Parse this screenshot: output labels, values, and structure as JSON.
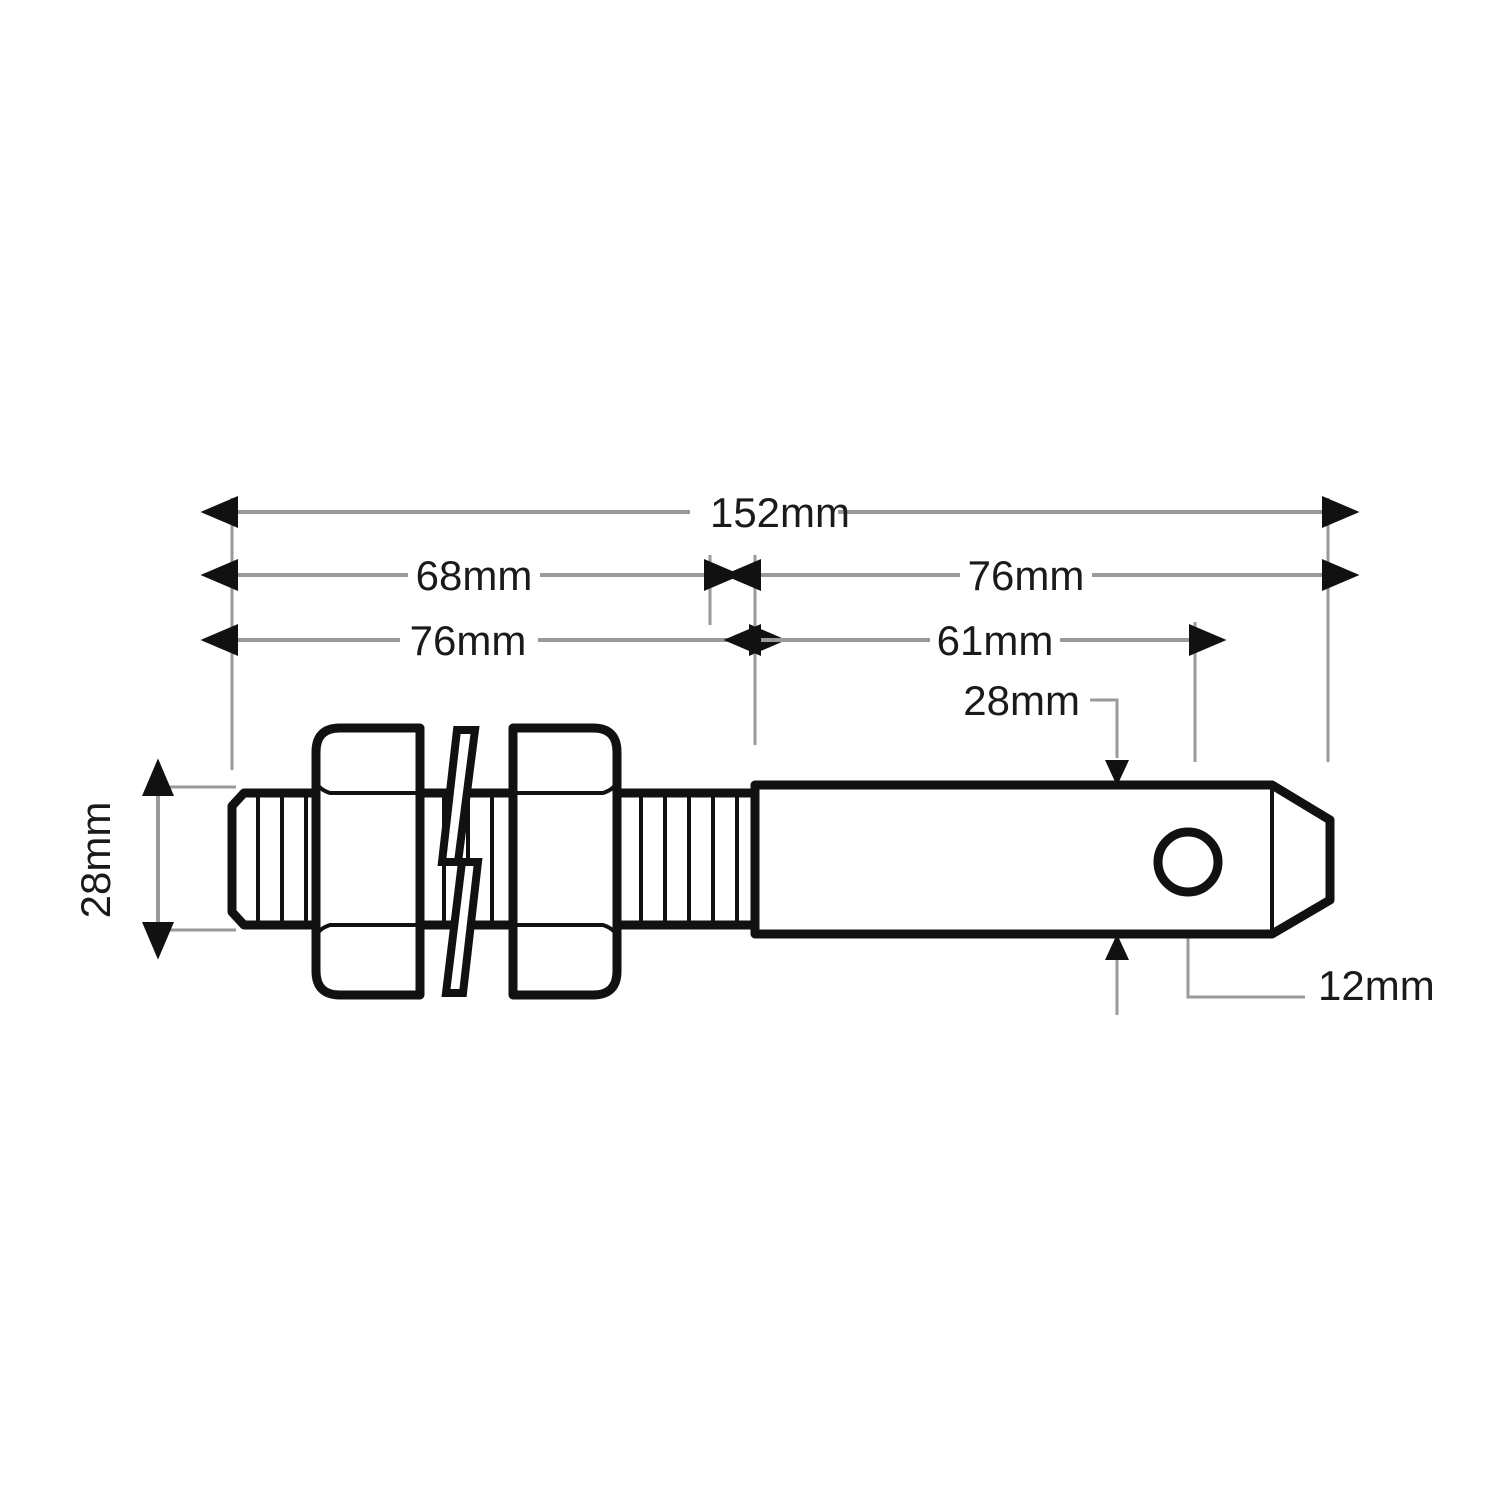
{
  "drawing": {
    "title": "Three-point linkage lower link pin — dimensioned side view",
    "units": "mm",
    "line_color": "#111111",
    "dimension_color": "#9a9a9a",
    "arrow_color": "#111111",
    "text_color": "#1a1a1a",
    "background": "#ffffff"
  },
  "dimensions": {
    "overall_length": "152mm",
    "thread_to_shoulder": "68mm",
    "left_section": "76mm",
    "right_section": "76mm",
    "pin_usable_length": "61mm",
    "shaft_diameter": "28mm",
    "thread_diameter": "28mm",
    "hole_diameter": "12mm"
  },
  "labels": {
    "total": "152mm",
    "upper_left": "68mm",
    "upper_right": "76mm",
    "lower_left": "76mm",
    "lower_right": "61mm",
    "shaft_dia": "28mm",
    "thread_dia": "28mm",
    "hole_dia": "12mm"
  },
  "features": {
    "threaded_end": "threaded-end",
    "hex_nut_first": "hex-nut-left",
    "hex_nut_second": "hex-nut-right",
    "break_line": "break-line-symbol",
    "thread_section": "threaded-shank",
    "shoulder": "shoulder-step",
    "shaft": "pin-shaft",
    "hole": "linch-pin-hole",
    "tapered_tip": "chamfered-tip"
  }
}
